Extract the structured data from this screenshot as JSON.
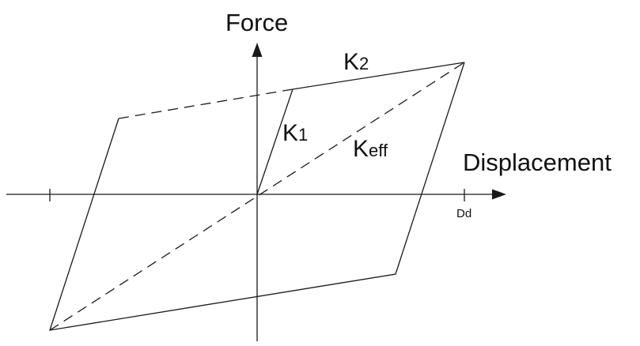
{
  "labels": {
    "y_axis": "Force",
    "x_axis": "Displacement",
    "design_displacement": "Dd",
    "k1": {
      "base": "K",
      "sub": "1"
    },
    "k2": {
      "base": "K",
      "sub": "2"
    },
    "keff": {
      "base": "K",
      "sub": "eff"
    }
  },
  "style": {
    "line_color": "#1a1a1a",
    "text_color": "#111111",
    "background": "#ffffff"
  }
}
